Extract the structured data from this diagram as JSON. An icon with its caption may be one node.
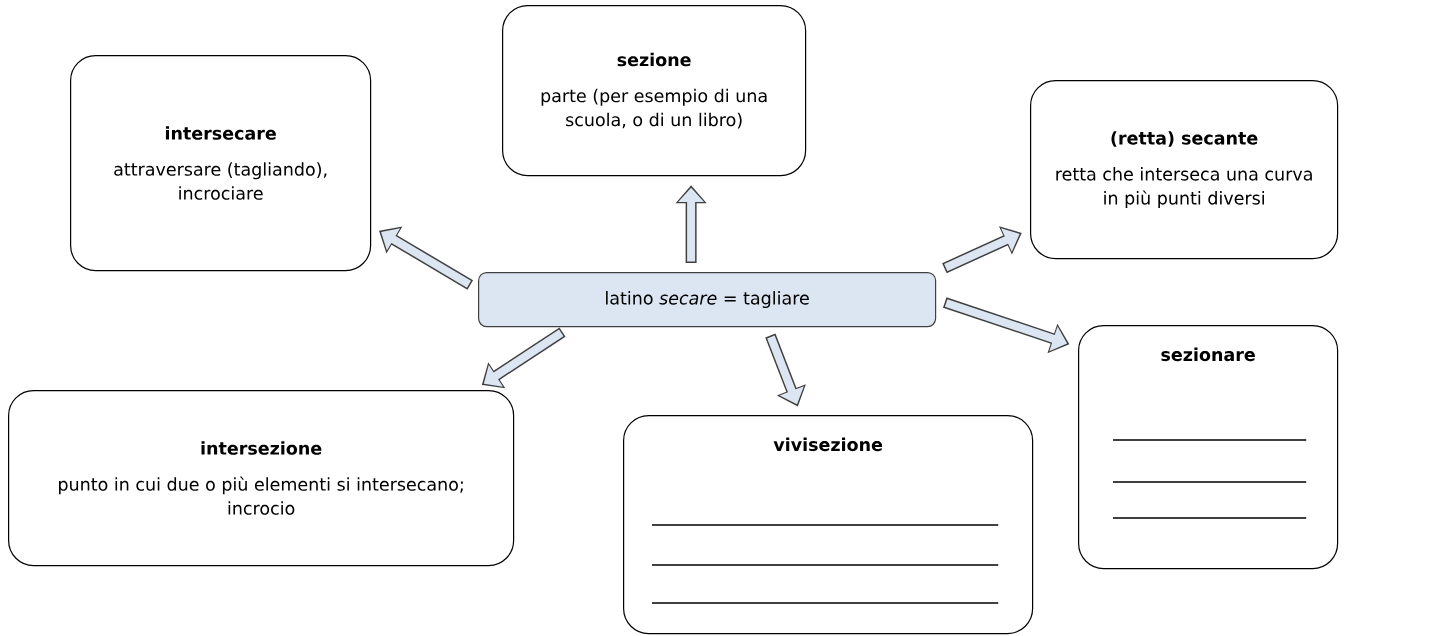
{
  "diagram": {
    "nodes": [
      {
        "text": [
          "latino *secare* = tagliare"
        ]
      },
      {
        "text": [
          "intersecare",
          "attraversare (tagliando), incrociare"
        ]
      },
      {
        "text": [
          "sezione",
          "parte (per esempio di una scuola, o di un libro)"
        ]
      },
      {
        "text": [
          "(retta) secante",
          "retta che interseca una curva in più punti diversi"
        ]
      },
      {
        "text": [
          "intersezione",
          "punto in cui due o più elementi si intersecano; incrocio"
        ]
      },
      {
        "text": [
          "vivisezione"
        ]
      },
      {
        "text": [
          "sezionare"
        ]
      }
    ],
    "edges": [
      {
        "from": 0,
        "to": 1,
        "arrow": "to"
      },
      {
        "from": 0,
        "to": 2,
        "arrow": "to"
      },
      {
        "from": 0,
        "to": 3,
        "arrow": "to"
      },
      {
        "from": 0,
        "to": 6,
        "arrow": "to"
      },
      {
        "from": 0,
        "to": 5,
        "arrow": "to"
      },
      {
        "from": 0,
        "to": 4,
        "arrow": "to"
      }
    ]
  }
}
